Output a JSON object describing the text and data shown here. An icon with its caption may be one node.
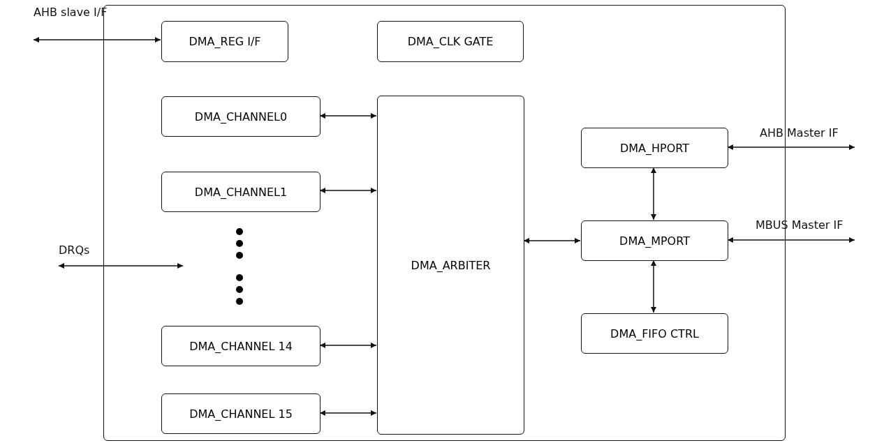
{
  "diagram": {
    "nodes": [
      {
        "text": [
          "AHB slave I/F"
        ]
      },
      {
        "text": [],
        "shape": "box"
      },
      {
        "text": [
          "DMA_REG I/F"
        ],
        "in": 1
      },
      {
        "text": [
          "DMA_CLK GATE"
        ],
        "in": 1
      },
      {
        "text": [
          "DMA_CHANNEL0"
        ],
        "in": 1
      },
      {
        "text": [
          "DMA_CHANNEL1"
        ],
        "in": 1
      },
      {
        "text": [
          "DMA_CHANNEL 14"
        ],
        "in": 1
      },
      {
        "text": [
          "DMA_CHANNEL 15"
        ],
        "in": 1
      },
      {
        "text": [
          "DMA_ARBITER"
        ],
        "in": 1
      },
      {
        "text": [
          "DMA_HPORT"
        ],
        "in": 1
      },
      {
        "text": [
          "DMA_MPORT"
        ],
        "in": 1
      },
      {
        "text": [
          "DMA_FIFO CTRL"
        ],
        "in": 1
      },
      {
        "text": [
          "AHB Master IF"
        ]
      },
      {
        "text": [
          "MBUS Master IF"
        ]
      },
      {
        "text": [
          "DRQs"
        ]
      }
    ],
    "edges": [
      {
        "from": 0,
        "to": 2,
        "arrow": "both"
      },
      {
        "from": 4,
        "to": 8,
        "arrow": "both"
      },
      {
        "from": 5,
        "to": 8,
        "arrow": "both"
      },
      {
        "from": 6,
        "to": 8,
        "arrow": "both"
      },
      {
        "from": 7,
        "to": 8,
        "arrow": "both"
      },
      {
        "from": 8,
        "to": 10,
        "arrow": "both"
      },
      {
        "from": 9,
        "to": 10,
        "arrow": "both"
      },
      {
        "from": 10,
        "to": 11,
        "arrow": "both"
      },
      {
        "from": 9,
        "to": 12,
        "arrow": "both"
      },
      {
        "from": 10,
        "to": 13,
        "arrow": "both"
      },
      {
        "from": 14,
        "to": null,
        "arrow": "both"
      }
    ]
  }
}
